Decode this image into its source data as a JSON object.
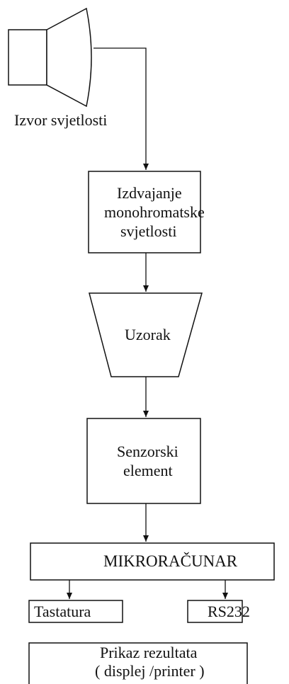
{
  "colors": {
    "stroke": "#111111",
    "background": "#ffffff"
  },
  "nodes": {
    "light_source": {
      "label": "Izvor svjetlosti"
    },
    "monochromator": {
      "line1": "Izdvajanje",
      "line2": "monohromatske",
      "line3": "svjetlosti"
    },
    "sample": {
      "label": "Uzorak"
    },
    "sensor": {
      "line1": "Senzorski",
      "line2": "element"
    },
    "microcomputer": {
      "label": "MIKRORAČUNAR"
    },
    "keyboard": {
      "label": "Tastatura"
    },
    "rs232": {
      "label": "RS232"
    },
    "output": {
      "line1": "Prikaz rezultata",
      "line2": "( displej /printer )"
    }
  },
  "edges": [
    {
      "from": "light_source",
      "to": "monochromator"
    },
    {
      "from": "monochromator",
      "to": "sample"
    },
    {
      "from": "sample",
      "to": "sensor"
    },
    {
      "from": "sensor",
      "to": "microcomputer"
    },
    {
      "from": "microcomputer",
      "to": "keyboard"
    },
    {
      "from": "microcomputer",
      "to": "rs232"
    }
  ]
}
